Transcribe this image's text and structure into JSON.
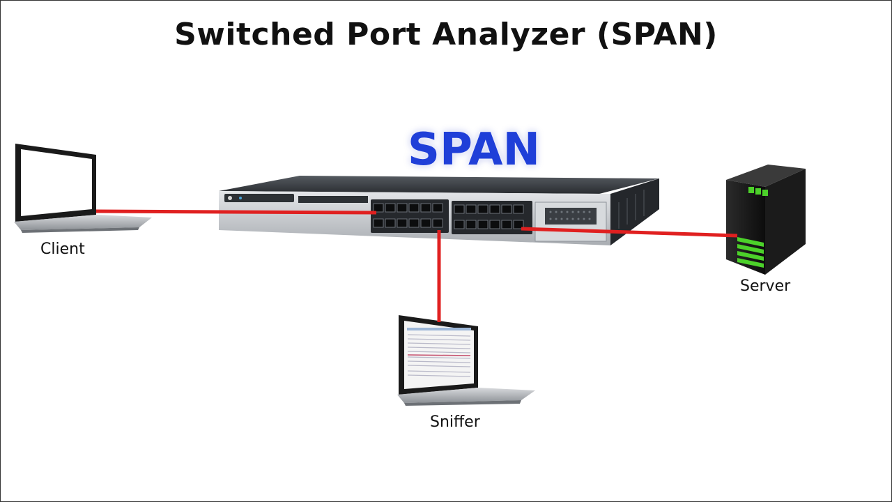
{
  "title": "Switched Port Analyzer (SPAN)",
  "switch_label": "SPAN",
  "devices": {
    "client": "Client",
    "server": "Server",
    "sniffer": "Sniffer"
  },
  "colors": {
    "link": "#e02020",
    "span_text": "#1f3fd8",
    "server_led": "#4cd12a",
    "switch_body": "#c9ccd0"
  }
}
